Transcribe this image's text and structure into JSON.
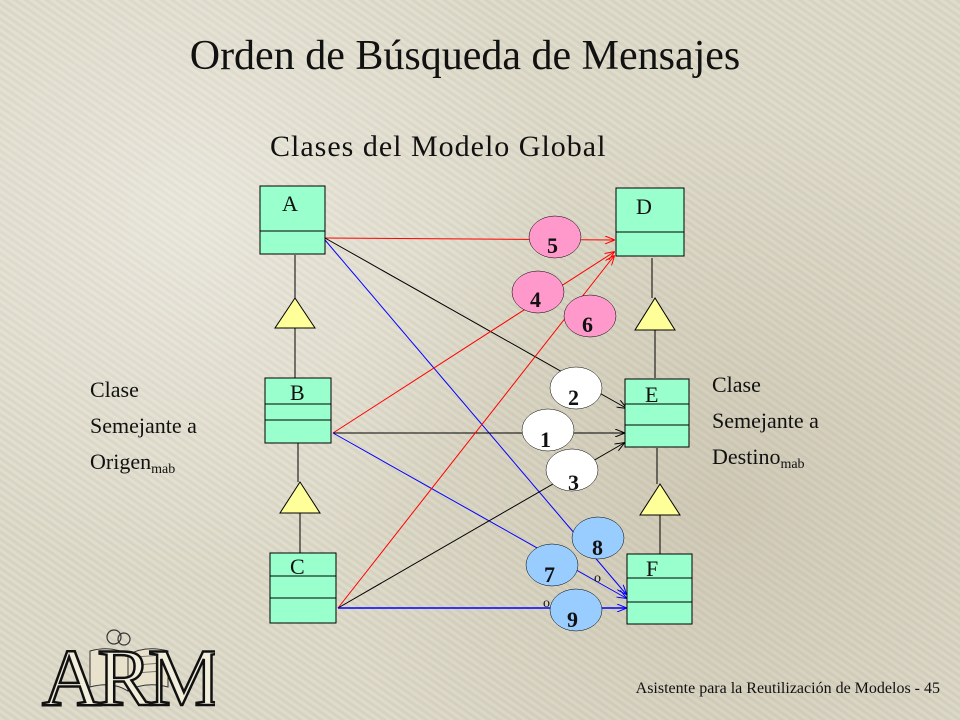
{
  "title": "Orden de Búsqueda de Mensajes",
  "subtitle": "Clases del Modelo Global",
  "classes": {
    "a": "A",
    "b": "B",
    "c": "C",
    "d": "D",
    "e": "E",
    "f": "F"
  },
  "order": [
    "1",
    "2",
    "3",
    "4",
    "5",
    "6",
    "7",
    "8",
    "9"
  ],
  "or_marks": [
    "o",
    "o"
  ],
  "left_label": {
    "line1": "Clase",
    "line2": "Semejante a",
    "line3": "Origen",
    "sub": "mab"
  },
  "right_label": {
    "line1": "Clase",
    "line2": "Semejante a",
    "line3": "Destino",
    "sub": "mab"
  },
  "footer": "Asistente para la Reutilización de Modelos - 45",
  "logo_text": "ARM",
  "colors": {
    "class_fill": "#99ffcc",
    "circle_pink": "#ff99cc",
    "circle_blue": "#99ccff",
    "circle_white": "#ffffff",
    "generalization_fill": "#ffff99",
    "line_red": "#ff0000",
    "line_blue": "#0000ff",
    "line_black": "#000000"
  }
}
